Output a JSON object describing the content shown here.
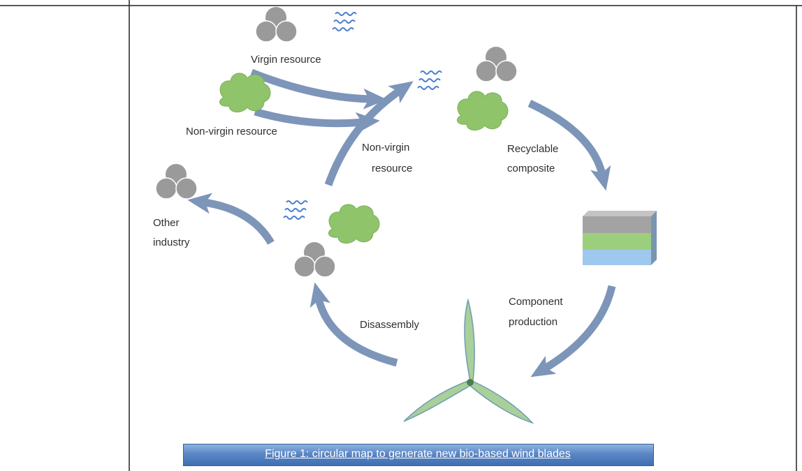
{
  "labels": {
    "virgin_resource": "Virgin resource",
    "non_virgin_resource_left": "Non-virgin resource",
    "non_virgin_resource_center_line1": "Non-virgin",
    "non_virgin_resource_center_line2": "resource",
    "recyclable_line1": "Recyclable",
    "recyclable_line2": "composite",
    "component_line1": "Component",
    "component_line2": "production",
    "disassembly": "Disassembly",
    "other_line1": "Other",
    "other_line2": "industry"
  },
  "caption": "Figure 1: circular map to generate new bio-based wind blades",
  "colors": {
    "arrow": "#7d95b8",
    "sphere": "#9a9a9a",
    "cloud": "#8fc46a",
    "fiber": "#4a7fd0",
    "layer_top": "#a3a3a3",
    "layer_mid": "#9ccf7d",
    "layer_bottom": "#9fc8ee",
    "blade": "#a9cf9a",
    "caption_bg": "#5b86c4"
  },
  "icons": [
    "sphere-cluster-icon",
    "green-cloud-icon",
    "fiber-icon",
    "composite-layers-icon",
    "wind-turbine-icon"
  ]
}
